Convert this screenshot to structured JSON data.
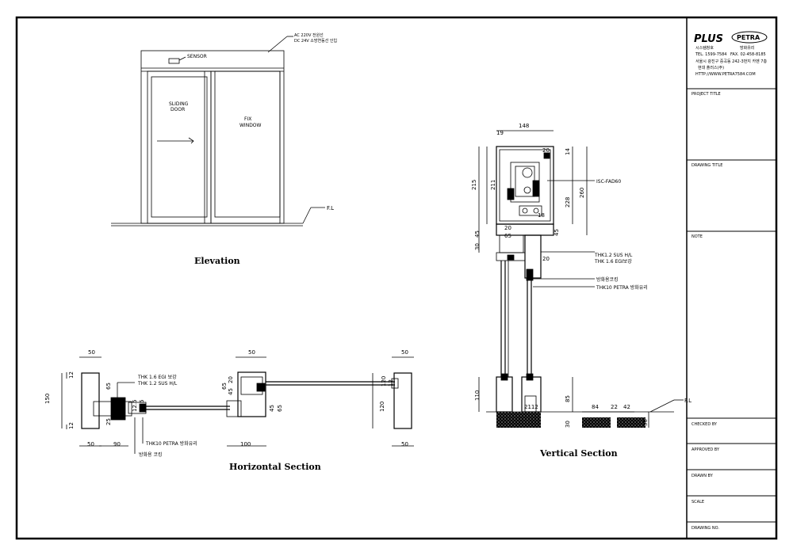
{
  "elevation": {
    "title": "Elevation",
    "sensor": "SENSOR",
    "power_note_1": "AC 220V 전원선",
    "power_note_2": "DC 24V 소방연동선 인입",
    "sliding_door_1": "SLIDING",
    "sliding_door_2": "DOOR",
    "fix_window_1": "FIX",
    "fix_window_2": "WINDOW",
    "floor_level": "F.L"
  },
  "horizontal_section": {
    "title": "Horizontal Section",
    "dims": {
      "top_left_50": "50",
      "top_mid_50": "50",
      "top_right_50": "50",
      "bot_left_50": "50",
      "bot_90": "90",
      "bot_100": "100",
      "bot_right_50": "50",
      "left_150": "150",
      "left_12a": "12",
      "left_12b": "12",
      "d65a": "65",
      "d25": "25",
      "d125a": "12.5",
      "d125b": "12.5",
      "m65": "65",
      "m20": "20",
      "m45a": "45",
      "m45b": "45",
      "m65b": "65",
      "r120a": "120",
      "r12": "12",
      "r120b": "120"
    },
    "labels": {
      "egi": "THK 1.6 EGI 보강",
      "sus": "THK 1.2 SUS H/L",
      "petra": "THK10 PETRA 방화유리",
      "coating": "방화용 코킹"
    }
  },
  "vertical_section": {
    "title": "Vertical Section",
    "dims": {
      "w148": "148",
      "w19": "19",
      "h215": "215",
      "h211": "211",
      "h228": "228",
      "h260": "260",
      "h14": "14",
      "h20": "20",
      "h18": "18",
      "w20b": "20",
      "h45a": "45",
      "h30": "30",
      "w65": "65",
      "h45b": "45",
      "w20c": "20",
      "h110": "110",
      "h85": "85",
      "h30b": "30",
      "w2112": "2112",
      "w84": "84",
      "w22": "22",
      "w42": "42",
      "h30c": "30"
    },
    "labels": {
      "isc": "ISC-FAD60",
      "sus": "THK1.2 SUS H/L",
      "egi": "THK 1.6 EGI보강",
      "coating": "방화용코킹",
      "petra": "THK10 PETRA 방화유리",
      "floor_level": "F.L"
    }
  },
  "title_block": {
    "logo_plus": "PLUS",
    "logo_plus_sub": "시스템창호",
    "logo_petra": "PETRA",
    "logo_petra_sub": "방화유리",
    "tel": "TEL. 1599-7584",
    "fax": "FAX. 02-458-8185",
    "address": "서울시 광진구 중곡동 242-3번지 카멘 7층",
    "company": "현대 플러스(주)",
    "url": "HTTP://WWW.PETRA7584.COM",
    "project_title": "PROJECT TITLE",
    "drawing_title": "DRAWING TITLE",
    "note": "NOTE",
    "checked_by": "CHECKED BY",
    "approved_by": "APPROVED BY",
    "drawn_by": "DRAWN BY",
    "scale": "SCALE",
    "drawing_no": "DRAWING NO."
  }
}
